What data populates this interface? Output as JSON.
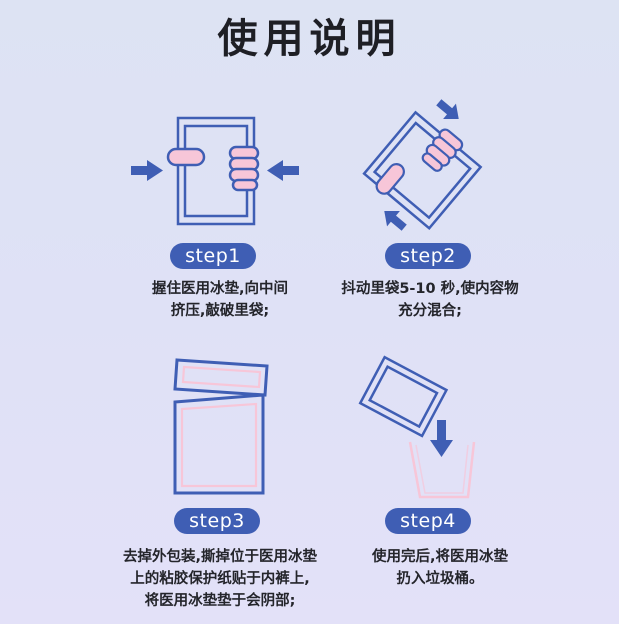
{
  "title": "使用说明",
  "colors": {
    "background": "#dfe1f6",
    "accent_blue": "#3f5eb4",
    "icon_pink": "#f7c6d8",
    "text": "#24252b"
  },
  "steps": [
    {
      "label": "step1",
      "icon": "squeeze-pack-icon",
      "lines": [
        "握住医用冰垫,向中间",
        "挤压,敲破里袋;"
      ]
    },
    {
      "label": "step2",
      "icon": "shake-pack-icon",
      "lines": [
        "抖动里袋5-10 秒,使内容物",
        "充分混合;"
      ]
    },
    {
      "label": "step3",
      "icon": "open-package-icon",
      "lines": [
        "去掉外包装,撕掉位于医用冰垫",
        "上的粘胶保护纸贴于内裤上,",
        "将医用冰垫垫于会阴部;"
      ]
    },
    {
      "label": "step4",
      "icon": "dispose-trash-icon",
      "lines": [
        "使用完后,将医用冰垫",
        "扔入垃圾桶。"
      ]
    }
  ]
}
